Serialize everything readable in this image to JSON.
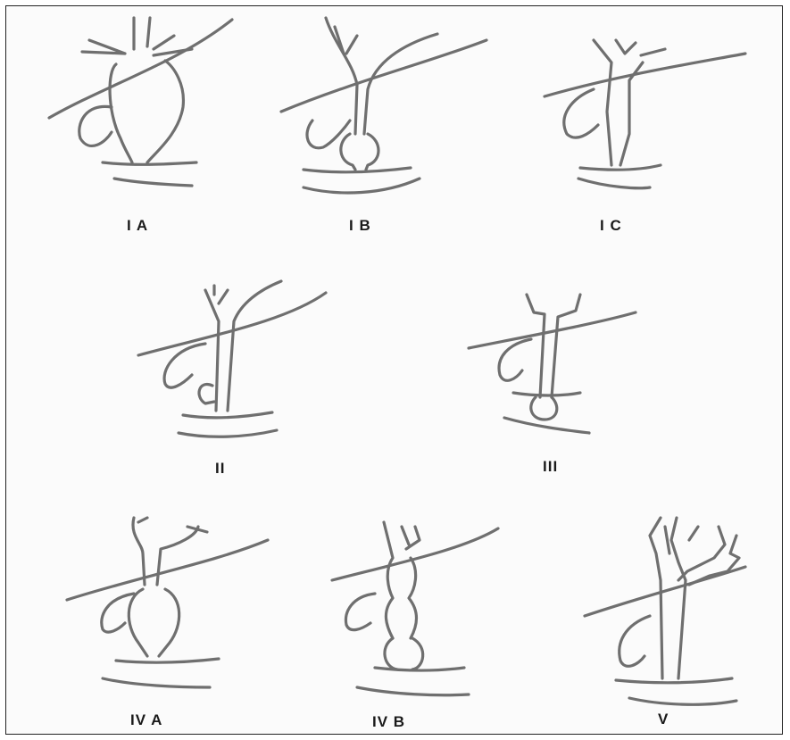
{
  "figure": {
    "panels": [
      {
        "id": "IA",
        "label": "I A"
      },
      {
        "id": "IB",
        "label": "I B"
      },
      {
        "id": "IC",
        "label": "I C"
      },
      {
        "id": "II",
        "label": "II"
      },
      {
        "id": "III",
        "label": "III"
      },
      {
        "id": "IVA",
        "label": "IV A"
      },
      {
        "id": "IVB",
        "label": "IV B"
      },
      {
        "id": "V",
        "label": "V"
      }
    ]
  }
}
